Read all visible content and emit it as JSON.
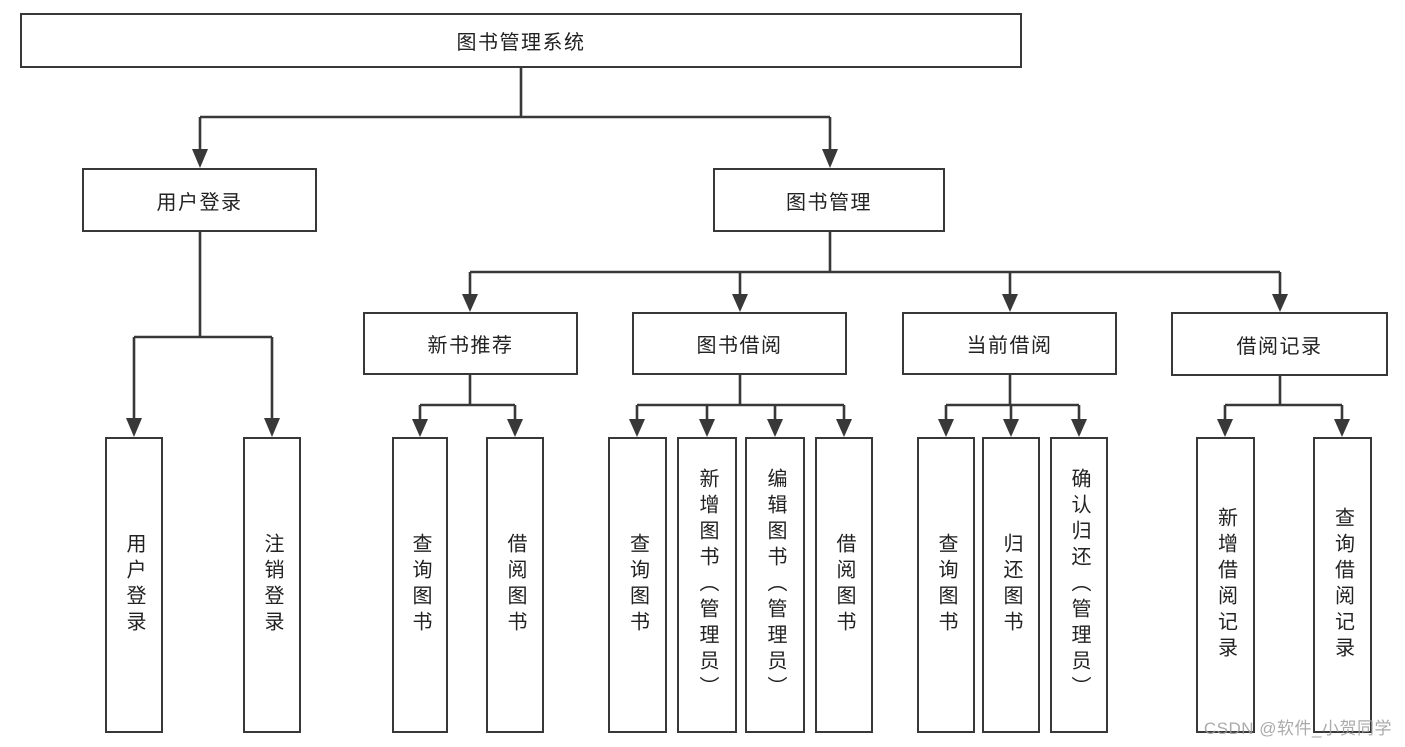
{
  "diagram": {
    "type": "function-structure-tree",
    "tree": {
      "root": {
        "label": "图书管理系统"
      },
      "branches": [
        {
          "label": "用户登录",
          "children": [
            {
              "label": "用户登录"
            },
            {
              "label": "注销登录"
            }
          ]
        },
        {
          "label": "图书管理",
          "children": [
            {
              "label": "新书推荐",
              "children": [
                {
                  "label": "查询图书"
                },
                {
                  "label": "借阅图书"
                }
              ]
            },
            {
              "label": "图书借阅",
              "children": [
                {
                  "label": "查询图书"
                },
                {
                  "label": "新增图书（管理员）"
                },
                {
                  "label": "编辑图书（管理员）"
                },
                {
                  "label": "借阅图书"
                }
              ]
            },
            {
              "label": "当前借阅",
              "children": [
                {
                  "label": "查询图书"
                },
                {
                  "label": "归还图书"
                },
                {
                  "label": "确认归还（管理员）"
                }
              ]
            },
            {
              "label": "借阅记录",
              "children": [
                {
                  "label": "新增借阅记录"
                },
                {
                  "label": "查询借阅记录"
                }
              ]
            }
          ]
        }
      ]
    },
    "watermark": {
      "text": "CSDN @软件_小贺同学"
    },
    "colors": {
      "line": "#383838",
      "text": "#222222",
      "background": "#ffffff",
      "watermark": "#9c9c9c"
    }
  }
}
